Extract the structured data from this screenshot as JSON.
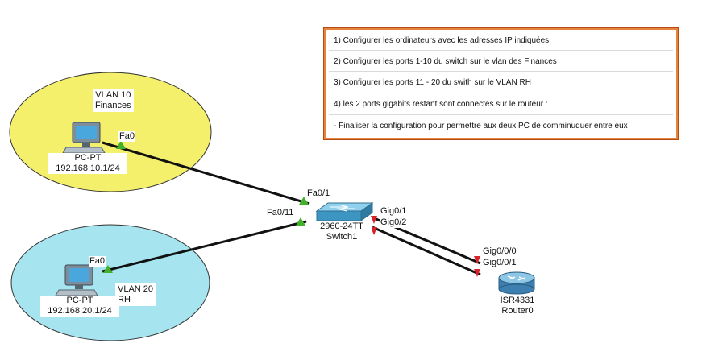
{
  "zones": {
    "vlan10": {
      "line1": "VLAN 10",
      "line2": "Finances",
      "fill": "#f4f06b"
    },
    "vlan20": {
      "line1": "VLAN 20",
      "line2": "RH",
      "fill": "#a6e4ef"
    }
  },
  "pc1": {
    "model": "PC-PT",
    "ip": "192.168.10.1/24",
    "port": "Fa0"
  },
  "pc2": {
    "model": "PC-PT",
    "ip": "192.168.20.1/24",
    "port": "Fa0"
  },
  "switch": {
    "model": "2960-24TT",
    "name": "Switch1",
    "ports": [
      "Fa0/1",
      "Fa0/11",
      "Gig0/1",
      "Gig0/2"
    ]
  },
  "router": {
    "model": "ISR4331",
    "name": "Router0",
    "ports": [
      "Gig0/0/0",
      "Gig0/0/1"
    ]
  },
  "tasks": [
    "1) Configurer les ordinateurs avec les adresses IP indiquées",
    "2) Configurer les ports 1-10 du switch sur le vlan des Finances",
    "3) Configurer les ports 11 - 20 du swith sur le VLAN RH",
    "4) les 2 ports gigabits restant sont connectés sur le routeur :",
    "- Finaliser la configuration pour permettre aux deux PC de comminuquer entre eux"
  ],
  "colors": {
    "link_up": "#43b02a",
    "link_down": "#d8232a",
    "task_border": "#e8833a"
  }
}
